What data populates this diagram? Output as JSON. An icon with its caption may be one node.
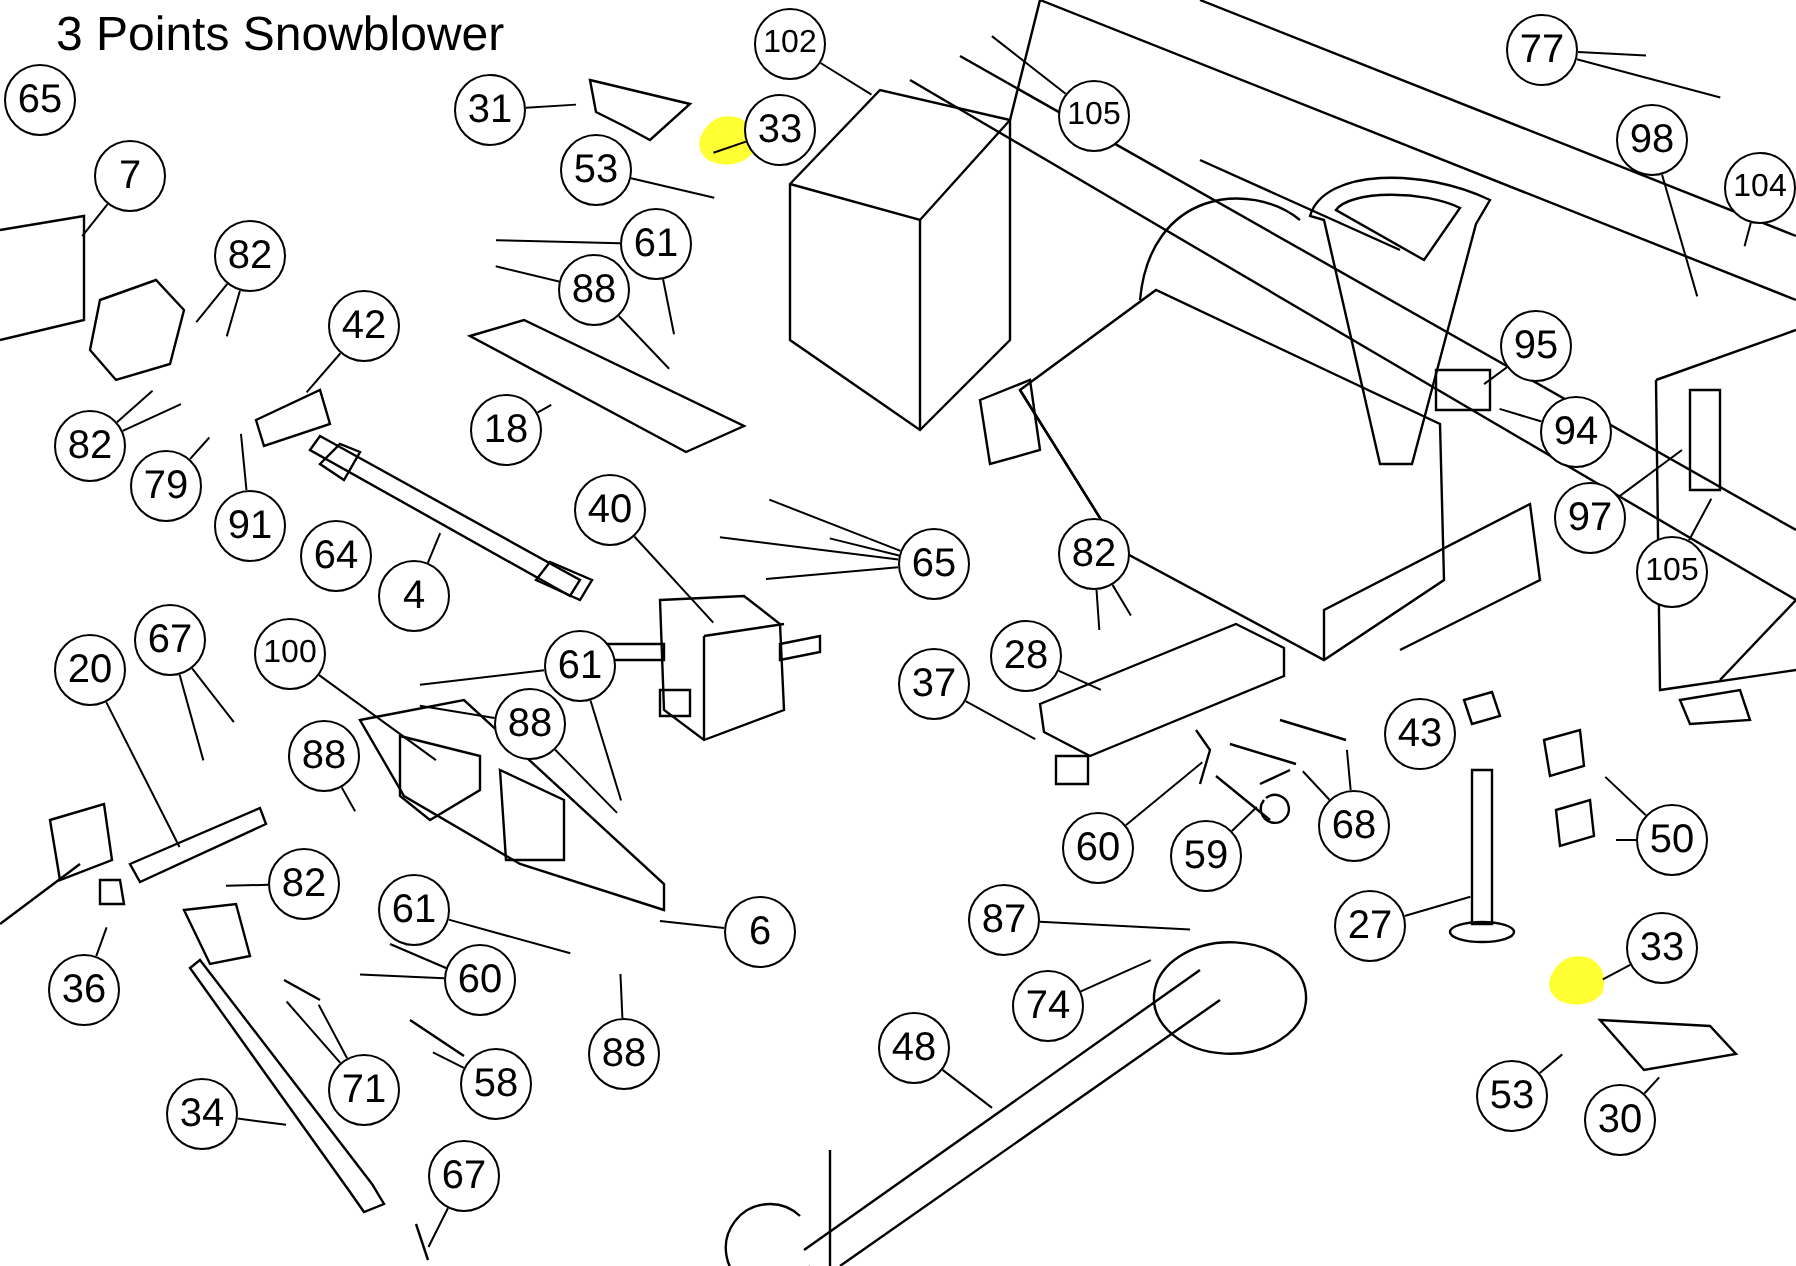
{
  "diagram": {
    "title": "3 Points Snowblower",
    "nodes": [
      {
        "text": [
          "65"
        ]
      },
      {
        "text": [
          "7"
        ]
      },
      {
        "text": [
          "82"
        ]
      },
      {
        "text": [
          "42"
        ]
      },
      {
        "text": [
          "82"
        ]
      },
      {
        "text": [
          "79"
        ]
      },
      {
        "text": [
          "91"
        ]
      },
      {
        "text": [
          "64"
        ]
      },
      {
        "text": [
          "4"
        ]
      },
      {
        "text": [
          "31"
        ]
      },
      {
        "text": [
          "33"
        ]
      },
      {
        "text": [
          "53"
        ]
      },
      {
        "text": [
          "61"
        ]
      },
      {
        "text": [
          "88"
        ]
      },
      {
        "text": [
          "18"
        ]
      },
      {
        "text": [
          "102"
        ]
      },
      {
        "text": [
          "105"
        ]
      },
      {
        "text": [
          "77"
        ]
      },
      {
        "text": [
          "98"
        ]
      },
      {
        "text": [
          "104"
        ]
      },
      {
        "text": [
          "95"
        ]
      },
      {
        "text": [
          "94"
        ]
      },
      {
        "text": [
          "97"
        ]
      },
      {
        "text": [
          "105"
        ]
      },
      {
        "text": [
          "40"
        ]
      },
      {
        "text": [
          "65"
        ]
      },
      {
        "text": [
          "82"
        ]
      },
      {
        "text": [
          "28"
        ]
      },
      {
        "text": [
          "37"
        ]
      },
      {
        "text": [
          "60"
        ]
      },
      {
        "text": [
          "59"
        ]
      },
      {
        "text": [
          "68"
        ]
      },
      {
        "text": [
          "43"
        ]
      },
      {
        "text": [
          "50"
        ]
      },
      {
        "text": [
          "27"
        ]
      },
      {
        "text": [
          "87"
        ]
      },
      {
        "text": [
          "74"
        ]
      },
      {
        "text": [
          "33"
        ]
      },
      {
        "text": [
          "53"
        ]
      },
      {
        "text": [
          "30"
        ]
      },
      {
        "text": [
          "48"
        ]
      },
      {
        "text": [
          "67"
        ]
      },
      {
        "text": [
          "20"
        ]
      },
      {
        "text": [
          "100"
        ]
      },
      {
        "text": [
          "61"
        ]
      },
      {
        "text": [
          "88"
        ]
      },
      {
        "text": [
          "88"
        ]
      },
      {
        "text": [
          "82"
        ]
      },
      {
        "text": [
          "61"
        ]
      },
      {
        "text": [
          "6"
        ]
      },
      {
        "text": [
          "36"
        ]
      },
      {
        "text": [
          "60"
        ]
      },
      {
        "text": [
          "71"
        ]
      },
      {
        "text": [
          "58"
        ]
      },
      {
        "text": [
          "88"
        ]
      },
      {
        "text": [
          "34"
        ]
      },
      {
        "text": [
          "67"
        ]
      }
    ],
    "edges": [
      {
        "from": 1,
        "to": null,
        "arrow": "none"
      },
      {
        "from": 2,
        "to": null,
        "arrow": "none"
      },
      {
        "from": 2,
        "to": null,
        "arrow": "none"
      },
      {
        "from": 3,
        "to": null,
        "arrow": "none"
      },
      {
        "from": 4,
        "to": null,
        "arrow": "none"
      },
      {
        "from": 4,
        "to": null,
        "arrow": "none"
      },
      {
        "from": 5,
        "to": null,
        "arrow": "none"
      },
      {
        "from": 6,
        "to": null,
        "arrow": "none"
      },
      {
        "from": 8,
        "to": null,
        "arrow": "none"
      },
      {
        "from": 9,
        "to": null,
        "arrow": "none"
      },
      {
        "from": 10,
        "to": null,
        "arrow": "none"
      },
      {
        "from": 11,
        "to": null,
        "arrow": "none"
      },
      {
        "from": 12,
        "to": null,
        "arrow": "none"
      },
      {
        "from": 12,
        "to": null,
        "arrow": "none"
      },
      {
        "from": 13,
        "to": null,
        "arrow": "none"
      },
      {
        "from": 13,
        "to": null,
        "arrow": "none"
      },
      {
        "from": 14,
        "to": null,
        "arrow": "none"
      },
      {
        "from": 15,
        "to": null,
        "arrow": "none"
      },
      {
        "from": 16,
        "to": null,
        "arrow": "none"
      },
      {
        "from": 17,
        "to": null,
        "arrow": "none"
      },
      {
        "from": 17,
        "to": null,
        "arrow": "none"
      },
      {
        "from": 18,
        "to": null,
        "arrow": "none"
      },
      {
        "from": 19,
        "to": null,
        "arrow": "none"
      },
      {
        "from": 20,
        "to": null,
        "arrow": "none"
      },
      {
        "from": 21,
        "to": null,
        "arrow": "none"
      },
      {
        "from": 22,
        "to": null,
        "arrow": "none"
      },
      {
        "from": 23,
        "to": null,
        "arrow": "none"
      },
      {
        "from": 24,
        "to": null,
        "arrow": "none"
      },
      {
        "from": 25,
        "to": null,
        "arrow": "none"
      },
      {
        "from": 25,
        "to": null,
        "arrow": "none"
      },
      {
        "from": 25,
        "to": null,
        "arrow": "none"
      },
      {
        "from": 25,
        "to": null,
        "arrow": "none"
      },
      {
        "from": 26,
        "to": null,
        "arrow": "none"
      },
      {
        "from": 26,
        "to": null,
        "arrow": "none"
      },
      {
        "from": 27,
        "to": null,
        "arrow": "none"
      },
      {
        "from": 28,
        "to": null,
        "arrow": "none"
      },
      {
        "from": 29,
        "to": null,
        "arrow": "none"
      },
      {
        "from": 30,
        "to": null,
        "arrow": "none"
      },
      {
        "from": 31,
        "to": null,
        "arrow": "none"
      },
      {
        "from": 31,
        "to": null,
        "arrow": "none"
      },
      {
        "from": 32,
        "to": null,
        "arrow": "none"
      },
      {
        "from": 33,
        "to": null,
        "arrow": "none"
      },
      {
        "from": 33,
        "to": null,
        "arrow": "none"
      },
      {
        "from": 34,
        "to": null,
        "arrow": "none"
      },
      {
        "from": 35,
        "to": null,
        "arrow": "none"
      },
      {
        "from": 36,
        "to": null,
        "arrow": "none"
      },
      {
        "from": 37,
        "to": null,
        "arrow": "none"
      },
      {
        "from": 38,
        "to": null,
        "arrow": "none"
      },
      {
        "from": 39,
        "to": null,
        "arrow": "none"
      },
      {
        "from": 40,
        "to": null,
        "arrow": "none"
      },
      {
        "from": 41,
        "to": null,
        "arrow": "none"
      },
      {
        "from": 41,
        "to": null,
        "arrow": "none"
      },
      {
        "from": 42,
        "to": null,
        "arrow": "none"
      },
      {
        "from": 43,
        "to": null,
        "arrow": "none"
      },
      {
        "from": 44,
        "to": null,
        "arrow": "none"
      },
      {
        "from": 44,
        "to": null,
        "arrow": "none"
      },
      {
        "from": 45,
        "to": null,
        "arrow": "none"
      },
      {
        "from": 45,
        "to": null,
        "arrow": "none"
      },
      {
        "from": 46,
        "to": null,
        "arrow": "none"
      },
      {
        "from": 47,
        "to": null,
        "arrow": "none"
      },
      {
        "from": 48,
        "to": null,
        "arrow": "none"
      },
      {
        "from": 49,
        "to": null,
        "arrow": "none"
      },
      {
        "from": 50,
        "to": null,
        "arrow": "none"
      },
      {
        "from": 51,
        "to": null,
        "arrow": "none"
      },
      {
        "from": 52,
        "to": null,
        "arrow": "none"
      },
      {
        "from": 52,
        "to": null,
        "arrow": "none"
      },
      {
        "from": 53,
        "to": null,
        "arrow": "none"
      },
      {
        "from": 54,
        "to": null,
        "arrow": "none"
      },
      {
        "from": 55,
        "to": null,
        "arrow": "none"
      },
      {
        "from": 56,
        "to": null,
        "arrow": "none"
      }
    ]
  }
}
